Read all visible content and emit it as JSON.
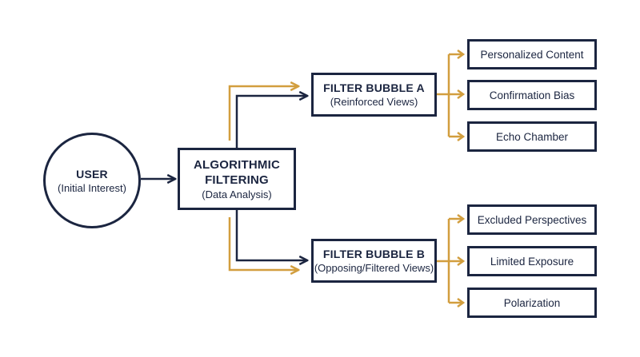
{
  "colors": {
    "navy": "#1b2540",
    "gold": "#d29e3e"
  },
  "user": {
    "title": "USER",
    "subtitle": "(Initial Interest)"
  },
  "algo": {
    "title_line1": "ALGORITHMIC",
    "title_line2": "FILTERING",
    "subtitle": "(Data Analysis)"
  },
  "bubble_a": {
    "title": "FILTER BUBBLE A",
    "subtitle": "(Reinforced Views)",
    "outcomes": [
      "Personalized Content",
      "Confirmation Bias",
      "Echo Chamber"
    ]
  },
  "bubble_b": {
    "title": "FILTER BUBBLE B",
    "subtitle": "(Opposing/Filtered Views)",
    "outcomes": [
      "Excluded Perspectives",
      "Limited Exposure",
      "Polarization"
    ]
  }
}
